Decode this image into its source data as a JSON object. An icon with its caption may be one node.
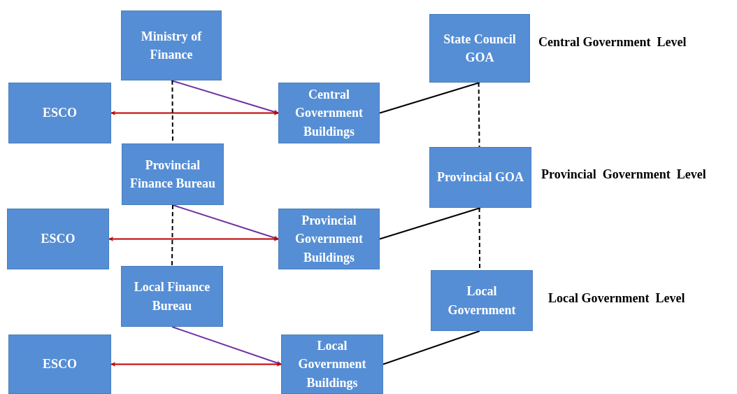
{
  "diagram": {
    "nodes": [
      {
        "text": [
          "Ministry of Finance"
        ]
      },
      {
        "text": [
          "State Council GOA"
        ]
      },
      {
        "text": [
          "ESCO"
        ]
      },
      {
        "text": [
          "Central Government Buildings"
        ]
      },
      {
        "text": [
          "Provincial Finance Bureau"
        ]
      },
      {
        "text": [
          "Provincial GOA"
        ]
      },
      {
        "text": [
          "ESCO"
        ]
      },
      {
        "text": [
          "Provincial Government Buildings"
        ]
      },
      {
        "text": [
          "Local Finance Bureau"
        ]
      },
      {
        "text": [
          "Local Government"
        ]
      },
      {
        "text": [
          "ESCO"
        ]
      },
      {
        "text": [
          "Local Government Buildings"
        ]
      }
    ],
    "edges": [
      {
        "from": 0,
        "to": 3,
        "arrow": "to",
        "color": "#7030a0"
      },
      {
        "from": 2,
        "to": 3,
        "arrow": "both",
        "color": "#c00000"
      },
      {
        "from": 3,
        "to": 1,
        "arrow": "none"
      },
      {
        "from": 0,
        "to": 4,
        "arrow": "none",
        "style": "dashed"
      },
      {
        "from": 1,
        "to": 5,
        "arrow": "none",
        "style": "dashed"
      },
      {
        "from": 4,
        "to": 7,
        "arrow": "to",
        "color": "#7030a0"
      },
      {
        "from": 6,
        "to": 7,
        "arrow": "both",
        "color": "#c00000"
      },
      {
        "from": 7,
        "to": 5,
        "arrow": "none"
      },
      {
        "from": 4,
        "to": 8,
        "arrow": "none",
        "style": "dashed"
      },
      {
        "from": 5,
        "to": 9,
        "arrow": "none",
        "style": "dashed"
      },
      {
        "from": 8,
        "to": 11,
        "arrow": "to",
        "color": "#7030a0"
      },
      {
        "from": 10,
        "to": 11,
        "arrow": "both",
        "color": "#c00000"
      },
      {
        "from": 11,
        "to": 9,
        "arrow": "none"
      }
    ],
    "labels": [
      "Central Government  Level",
      "Provincial  Government  Level",
      "Local Government  Level"
    ]
  }
}
